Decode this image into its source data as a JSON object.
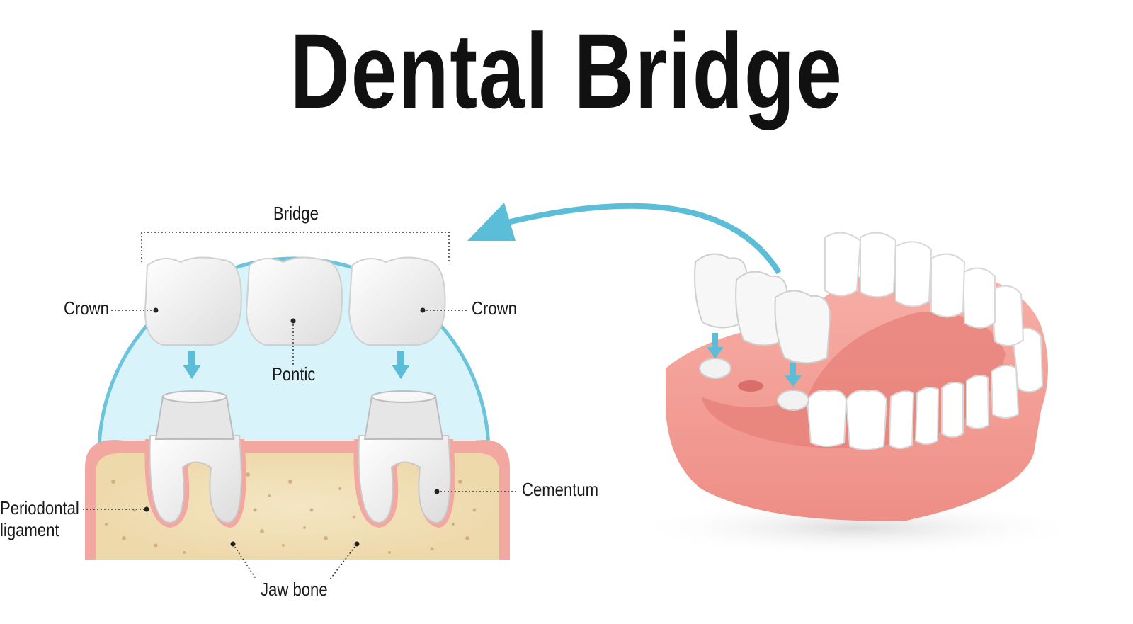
{
  "title": "Dental Bridge",
  "labels": {
    "bridge": "Bridge",
    "crown_left": "Crown",
    "crown_right": "Crown",
    "pontic": "Pontic",
    "cementum": "Cementum",
    "periodontal_line1": "Periodontal",
    "periodontal_line2": "ligament",
    "jaw_bone": "Jaw bone"
  },
  "colors": {
    "circle_fill": "#d9f3fa",
    "circle_stroke": "#6cc3dc",
    "arrow": "#5bbdd8",
    "gum": "#f7a9a1",
    "gum_dark": "#e98b84",
    "bone": "#f1dfb8",
    "tooth": "#f4f4f4"
  }
}
